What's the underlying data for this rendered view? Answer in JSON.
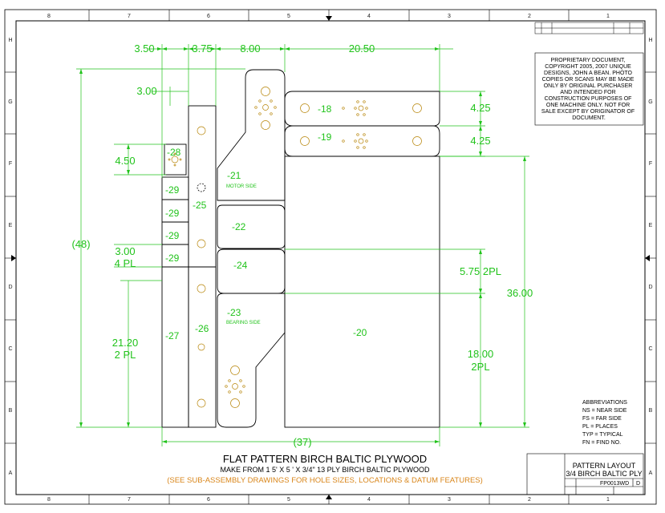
{
  "zones": {
    "columns": [
      "8",
      "7",
      "6",
      "5",
      "4",
      "3",
      "2",
      "1"
    ],
    "rows": [
      "H",
      "G",
      "F",
      "E",
      "D",
      "C",
      "B",
      "A"
    ]
  },
  "dimensions": {
    "w1": "3.50",
    "w2": "3.75",
    "w3": "8.00",
    "w4": "20.50",
    "d300": "3.00",
    "d450": "4.50",
    "d48": "(48)",
    "d3004pl_a": "3.00",
    "d3004pl_b": "4 PL",
    "d2120_a": "21.20",
    "d2120_b": "2 PL",
    "d425a": "4.25",
    "d425b": "4.25",
    "d575": "5.75 2PL",
    "d36": "36.00",
    "d1800_a": "18.00",
    "d1800_b": "2PL",
    "d37": "(37)"
  },
  "parts": {
    "p18": "-18",
    "p19": "-19",
    "p20": "-20",
    "p21": "-21",
    "p21_note": "MOTOR SIDE",
    "p22": "-22",
    "p23": "-23",
    "p23_note": "BEARING SIDE",
    "p24": "-24",
    "p25": "-25",
    "p26": "-26",
    "p27": "-27",
    "p28": "-28",
    "p29": "-29"
  },
  "proprietary": [
    "PROPRIETARY DOCUMENT,",
    "COPYRIGHT 2005, 2007 UNIQUE",
    "DESIGNS, JOHN A BEAN. PHOTO",
    "COPIES OR SCANS MAY BE MADE",
    "ONLY BY ORIGINAL PURCHASER",
    "AND INTENDED FOR",
    "CONSTRUCTION PURPOSES OF",
    "ONE MACHINE ONLY. NOT FOR",
    "SALE EXCEPT BY ORIGINATOR OF",
    "DOCUMENT."
  ],
  "abbreviations": [
    "ABBREVIATIONS",
    "NS = NEAR SIDE",
    "FS = FAR SIDE",
    "PL = PLACES",
    "TYP = TYPICAL",
    "FN = FIND NO."
  ],
  "title": {
    "main": "FLAT PATTERN BIRCH BALTIC PLYWOOD",
    "sub": "MAKE FROM 1  5' X 5 ' X 3/4\" 13 PLY BIRCH BALTIC PLYWOOD",
    "note": "(SEE SUB-ASSEMBLY DRAWINGS FOR HOLE SIZES, LOCATIONS & DATUM FEATURES)"
  },
  "title_block": {
    "line1": "PATTERN LAYOUT",
    "line2": "3/4 BIRCH BALTIC PLY",
    "dwg_no": "FP0013WD",
    "rev": "D"
  },
  "colors": {
    "dimension": "#21c31b",
    "note": "#d9861a",
    "line": "#000000"
  }
}
